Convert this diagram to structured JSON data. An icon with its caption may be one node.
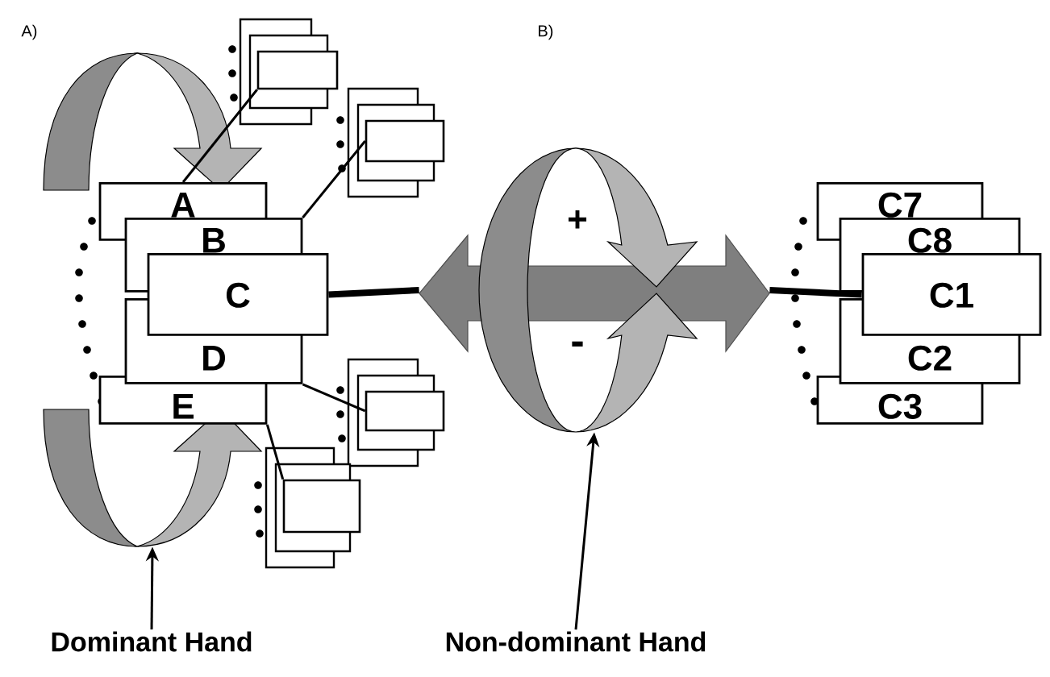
{
  "diagram": {
    "nodes": [
      {
        "text": [
          "A"
        ]
      },
      {
        "text": [
          "B"
        ]
      },
      {
        "text": [
          "C"
        ]
      },
      {
        "text": [
          "D"
        ]
      },
      {
        "text": [
          "E"
        ]
      },
      {
        "text": [],
        "shape": "box"
      },
      {
        "text": [],
        "shape": "box"
      },
      {
        "text": [],
        "shape": "box"
      },
      {
        "text": [],
        "shape": "box"
      },
      {
        "text": [
          "C7"
        ]
      },
      {
        "text": [
          "C8"
        ]
      },
      {
        "text": [
          "C1"
        ]
      },
      {
        "text": [
          "C2"
        ]
      },
      {
        "text": [
          "C3"
        ]
      },
      {
        "text": [
          "Dominant Hand"
        ]
      },
      {
        "text": [
          "Non-dominant Hand"
        ]
      },
      {
        "text": [],
        "shape": "picture"
      },
      {
        "text": [],
        "shape": "picture"
      }
    ],
    "edges": [
      {
        "from": 0,
        "to": 5,
        "arrow": "none"
      },
      {
        "from": 1,
        "to": 6,
        "arrow": "none"
      },
      {
        "from": 3,
        "to": 7,
        "arrow": "none"
      },
      {
        "from": 4,
        "to": 8,
        "arrow": "none"
      },
      {
        "from": 2,
        "to": 17,
        "arrow": "none",
        "style": "thick"
      },
      {
        "from": 17,
        "to": 11,
        "arrow": "none",
        "style": "thick"
      },
      {
        "from": 14,
        "to": 16,
        "arrow": "to"
      },
      {
        "from": 15,
        "to": 17,
        "arrow": "to"
      }
    ],
    "labels": [
      "A)",
      "B)",
      "+",
      "-"
    ]
  }
}
